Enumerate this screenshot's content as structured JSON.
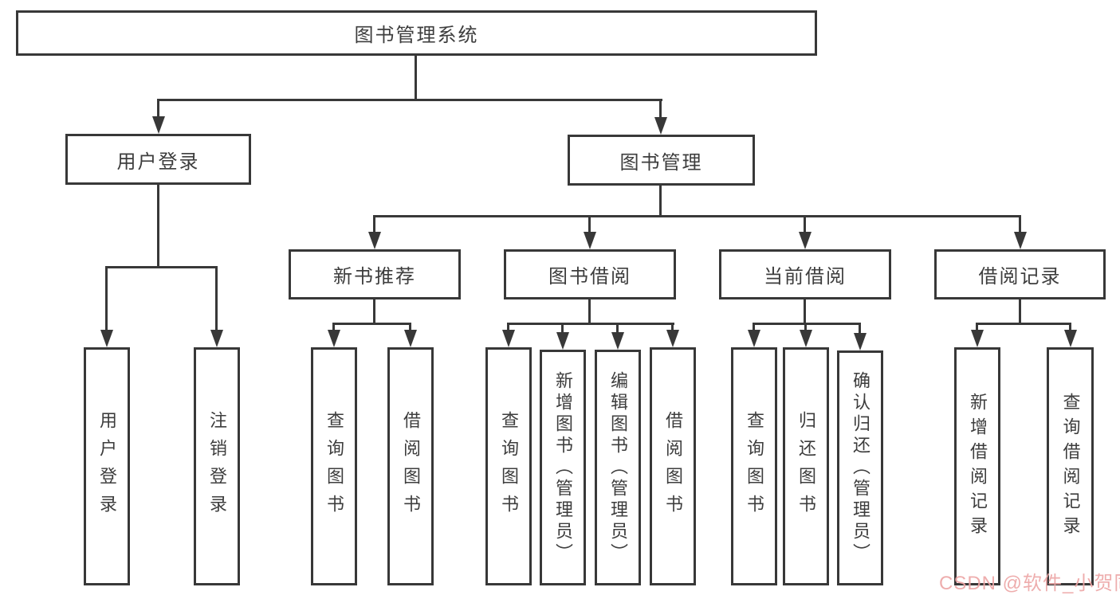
{
  "nodes": {
    "root": "图书管理系统",
    "user_login": "用户登录",
    "book_mgmt": "图书管理",
    "new_books": "新书推荐",
    "book_borrow": "图书借阅",
    "current_borrow": "当前借阅",
    "borrow_records": "借阅记录",
    "leaf_user_login": "用户登录",
    "leaf_logout": "注销登录",
    "leaf_nb_query": "查询图书",
    "leaf_nb_borrow": "借阅图书",
    "leaf_bb_query": "查询图书",
    "leaf_bb_add": "新增图书（管理员）",
    "leaf_bb_edit": "编辑图书（管理员）",
    "leaf_bb_borrow": "借阅图书",
    "leaf_cb_query": "查询图书",
    "leaf_cb_return": "归还图书",
    "leaf_cb_confirm": "确认归还（管理员）",
    "leaf_br_add": "新增借阅记录",
    "leaf_br_query": "查询借阅记录"
  },
  "watermark": "CSDN @软件_小贺同学",
  "colors": {
    "line": "#383838",
    "text": "#3d3d3d",
    "watermark": "#eda5a5",
    "background": "#ffffff"
  }
}
